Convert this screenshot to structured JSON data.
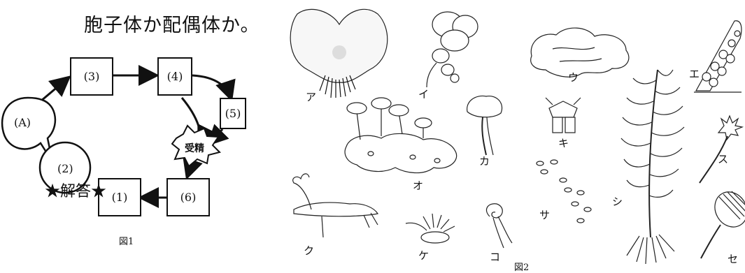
{
  "question": "胞子体か配偶体か。",
  "figure1": {
    "caption": "図1",
    "bubble_a": "(A)",
    "bubble_2": "(2)",
    "box3": "(3)",
    "box4": "(4)",
    "box5": "(5)",
    "box6": "(6)",
    "box1": "(1)",
    "fertilization": "受精",
    "answer_stamp": "★解答★"
  },
  "figure2": {
    "caption": "図2",
    "labels": {
      "a": "ア",
      "i": "イ",
      "u": "ウ",
      "e": "エ",
      "o": "オ",
      "ka": "カ",
      "ki": "キ",
      "ku": "ク",
      "ke": "ケ",
      "ko": "コ",
      "sa": "サ",
      "shi": "シ",
      "su": "ス",
      "se": "セ"
    }
  }
}
